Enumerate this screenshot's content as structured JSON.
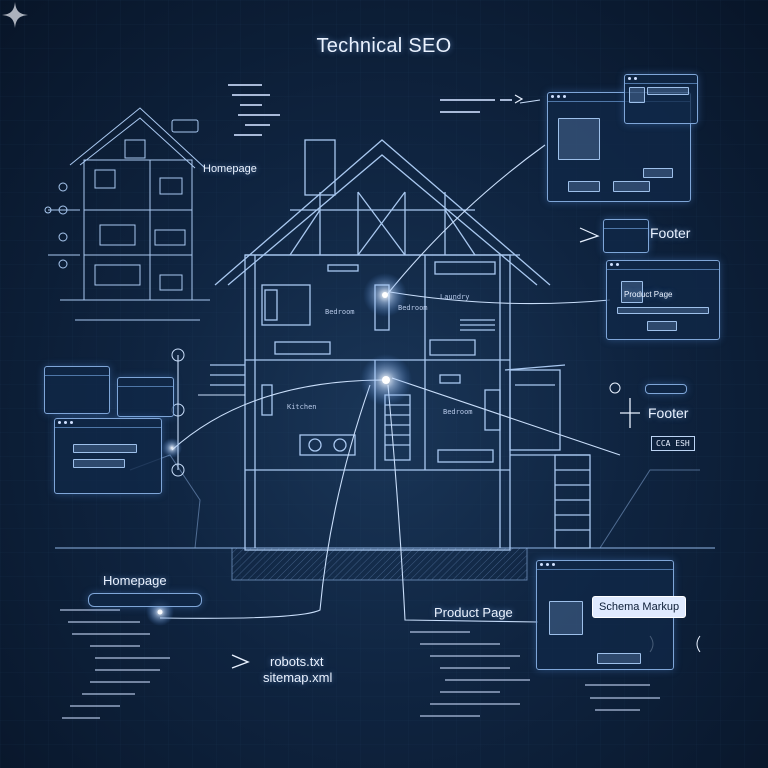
{
  "title": "Technical SEO",
  "labels": {
    "homepage_top": "Homepage",
    "homepage_bottom": "Homepage",
    "footer_top": "Footer",
    "footer_mid": "Footer",
    "product_page_right": "Product Page",
    "product_page_bottom": "Product Page",
    "schema_markup": "Schema Markup",
    "robots": "robots.txt",
    "sitemap": "sitemap.xml",
    "code_tag": "CCA ESH"
  },
  "rooms": {
    "bedroom": "Bedroom",
    "laundry": "Laundry",
    "bedroom_small": "Bedroom",
    "kitchen": "Kitchen",
    "bedroom_lower": "Bedroom"
  },
  "colors": {
    "background": "#0f2440",
    "line": "#9cc0ee",
    "glow": "#ffffff",
    "accent": "#dfeaff"
  },
  "icons": [
    "sparkle-icon",
    "connector-node-icon"
  ]
}
